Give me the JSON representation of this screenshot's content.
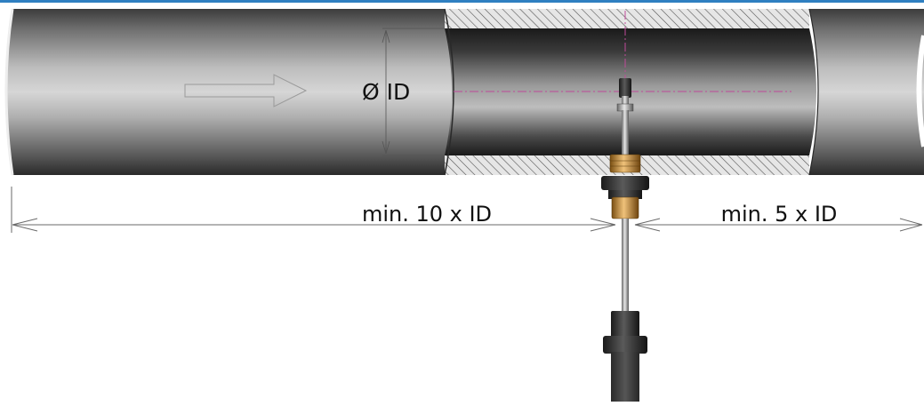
{
  "diagram": {
    "diameter_label": "Ø ID",
    "upstream_label": "min. 10 x ID",
    "downstream_label": "min. 5 x ID",
    "colors": {
      "pipe_dark": "#3a3a3a",
      "pipe_light": "#d2d2d2",
      "inner_dark": "#1e1e1e",
      "hatch": "#555555",
      "centerline": "#c04a9a",
      "brass": "#c9923a",
      "rod": "#b8b8b8",
      "dimension_line": "#6a6a6a",
      "top_border": "#2f7fc1"
    },
    "icons": [
      "flow-arrow-icon"
    ]
  }
}
